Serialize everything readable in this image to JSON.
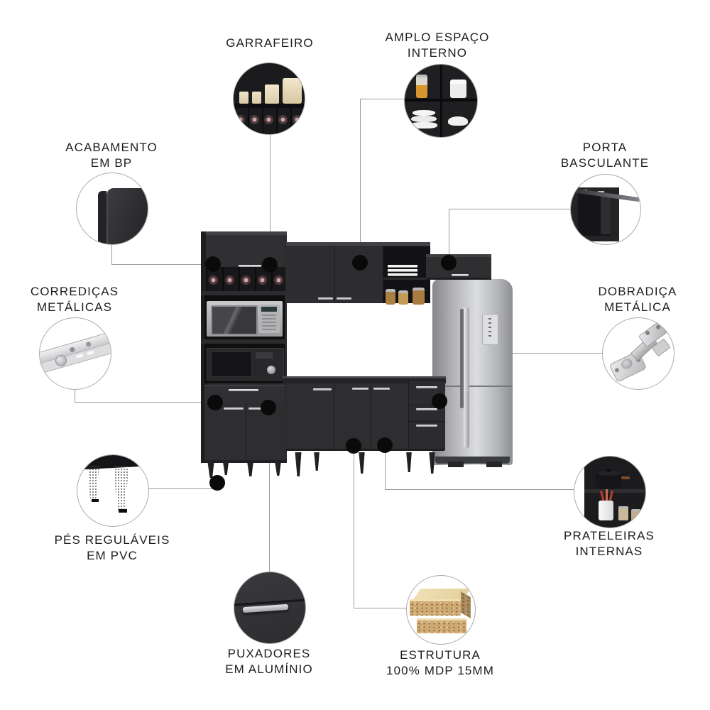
{
  "callouts": {
    "garrafeiro": {
      "line1": "GARRAFEIRO",
      "line2": ""
    },
    "amplo": {
      "line1": "AMPLO ESPAÇO",
      "line2": "INTERNO"
    },
    "acabamento": {
      "line1": "ACABAMENTO",
      "line2": "EM BP"
    },
    "porta": {
      "line1": "PORTA",
      "line2": "BASCULANTE"
    },
    "corredicas": {
      "line1": "CORREDIÇAS",
      "line2": "METÁLICAS"
    },
    "dobradica": {
      "line1": "DOBRADIÇA",
      "line2": "METÁLICA"
    },
    "pes": {
      "line1": "PÉS REGULÁVEIS",
      "line2": "EM PVC"
    },
    "prateleiras": {
      "line1": "PRATELEIRAS",
      "line2": "INTERNAS"
    },
    "puxadores": {
      "line1": "PUXADORES",
      "line2": "EM ALUMÍNIO"
    },
    "estrutura": {
      "line1": "ESTRUTURA",
      "line2": "100% MDP 15MM"
    }
  },
  "colors": {
    "background": "#ffffff",
    "cabinet_black": "#2c2c2f",
    "cabinet_interior": "#141416",
    "connector_line": "#9b9b9b",
    "connector_dot": "#0a0a0a",
    "fridge_steel": "#b9babc",
    "handle_aluminum": "#d8d8da",
    "mdp_wood": "#cfa972",
    "wine_cap_pink": "#d5a3a3",
    "label_text": "#1d1d1d"
  }
}
